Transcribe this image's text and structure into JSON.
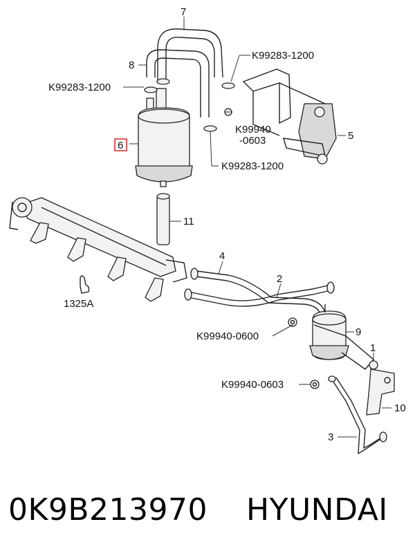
{
  "callouts": {
    "c7": "7",
    "c8": "8",
    "c6": "6",
    "c5": "5",
    "c11": "11",
    "c4": "4",
    "c2": "2",
    "c9": "9",
    "c1": "1",
    "c10": "10",
    "c3": "3",
    "c1325a": "1325A",
    "clamp_upper_right": "K99283-1200",
    "clamp_upper_left": "K99283-1200",
    "clamp_lower": "K99283-1200",
    "nut_bracket_line1": "K99940",
    "nut_bracket_line2": "-0603",
    "nut_filter_1": "K99940-0600",
    "nut_filter_2": "K99940-0603"
  },
  "highlight_color": "#d9262b",
  "footer": {
    "part_number": "0K9B213970",
    "brand": "HYUNDAI"
  }
}
